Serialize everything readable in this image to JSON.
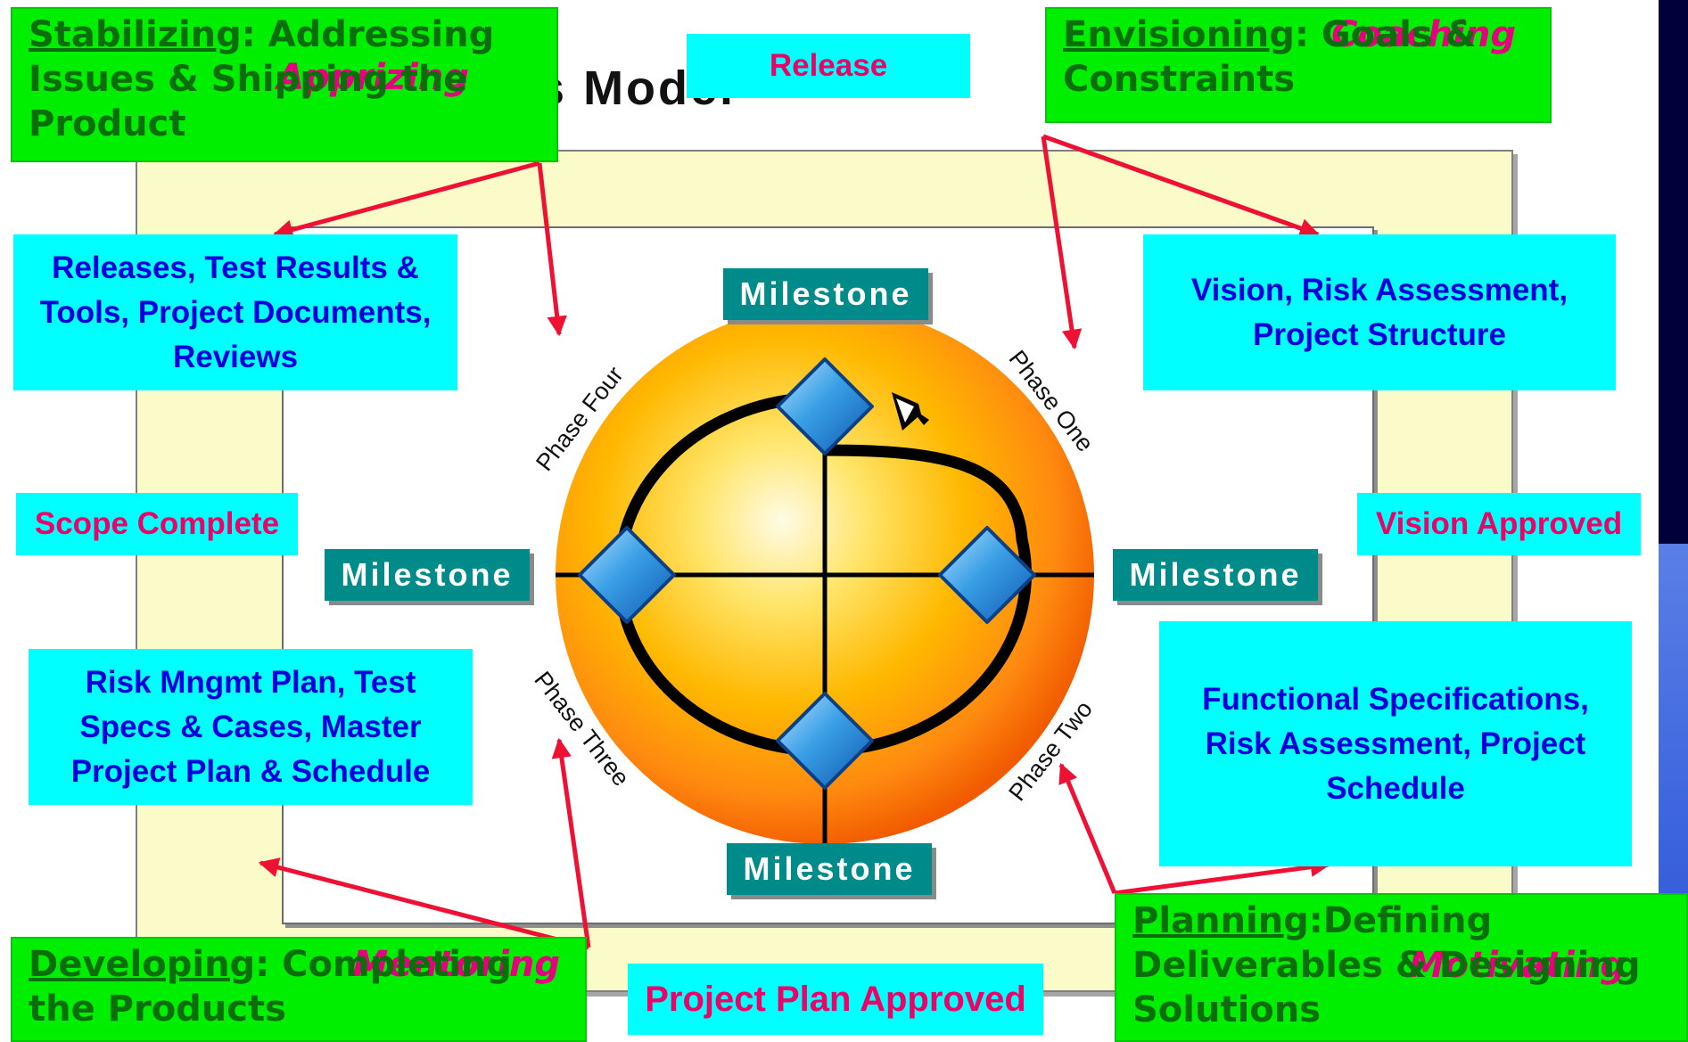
{
  "title": {
    "visible_part": "ss Model"
  },
  "phases": {
    "stabilizing": {
      "name": "Stabilizing",
      "desc": ": Addressing Issues & Shipping the Product",
      "role": "Apprizing"
    },
    "envisioning": {
      "name": "Envisioning",
      "desc": ": Goals & Constraints",
      "role": "Coaching"
    },
    "developing": {
      "name": "Developing",
      "desc": ": Completing the Products",
      "role": "Mentoring"
    },
    "planning": {
      "name": "Planning",
      "desc": ":Defining Deliverables & Designing Solutions",
      "role": "Motivating"
    }
  },
  "milestones": {
    "release": "Release",
    "vision_approved": "Vision Approved",
    "project_plan_approved": "Project Plan Approved",
    "scope_complete": "Scope Complete"
  },
  "deliverables": {
    "stabilizing": "Releases, Test Results & Tools, Project Documents, Reviews",
    "envisioning": "Vision, Risk  Assessment, Project Structure",
    "developing": "Risk Mngmt Plan, Test Specs & Cases, Master Project  Plan & Schedule",
    "planning": "Functional Specifications, Risk Assessment, Project Schedule"
  },
  "milestone_label": "Milestone",
  "phase_labels": {
    "one": "Phase One",
    "two": "Phase Two",
    "three": "Phase Three",
    "four": "Phase Four"
  },
  "colors": {
    "green_box": "#00ee00",
    "green_text": "#0a6e0a",
    "role_text": "#e6007e",
    "cyan_box": "#00ffff",
    "deliverable_text": "#0000dd",
    "milestone_text": "#ee0066",
    "milestone_plate": "#008b8b",
    "arrow": "#ee1133",
    "frame_fill": "#fbfbc9"
  },
  "icons": {
    "diamond": "milestone-diamond-icon",
    "cycle": "cycle-arrow-icon"
  }
}
